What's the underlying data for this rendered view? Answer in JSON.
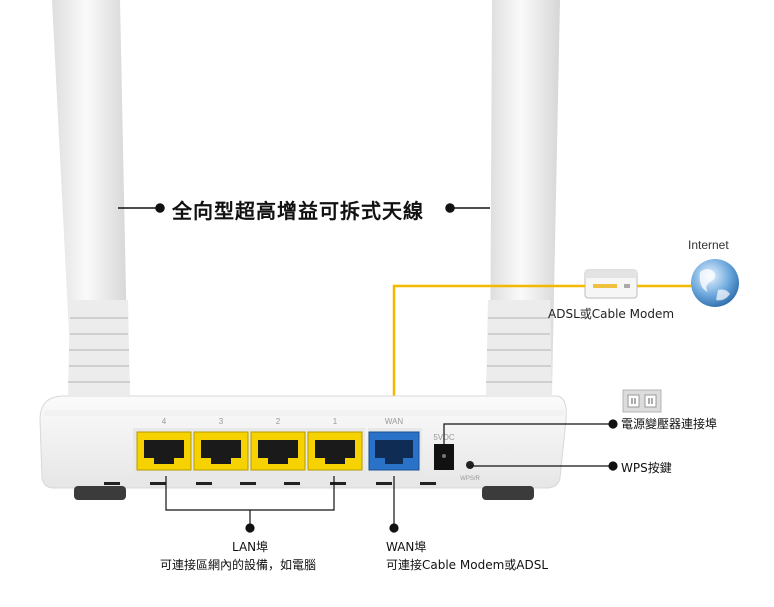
{
  "labels": {
    "antenna": "全向型超高增益可拆式天線",
    "internet": "Internet",
    "modem": "ADSL或Cable Modem",
    "power_port": "電源變壓器連接埠",
    "wps_button": "WPS按鍵",
    "lan_title": "LAN埠",
    "lan_desc": "可連接區網內的設備，如電腦",
    "wan_title": "WAN埠",
    "wan_desc": "可連接Cable Modem或ADSL"
  },
  "router_panel": {
    "lan_ports": [
      "4",
      "3",
      "2",
      "1"
    ],
    "wan_port": "WAN",
    "power_jack": "5VDC",
    "wps_jack": "WPS/R"
  },
  "colors": {
    "lan_port": "#f5d200",
    "wan_port": "#2a72c8",
    "cable": "#f5b800",
    "leader_line": "#111111"
  },
  "icons": [
    "globe-icon",
    "modem-icon",
    "power-adapter-icon"
  ]
}
